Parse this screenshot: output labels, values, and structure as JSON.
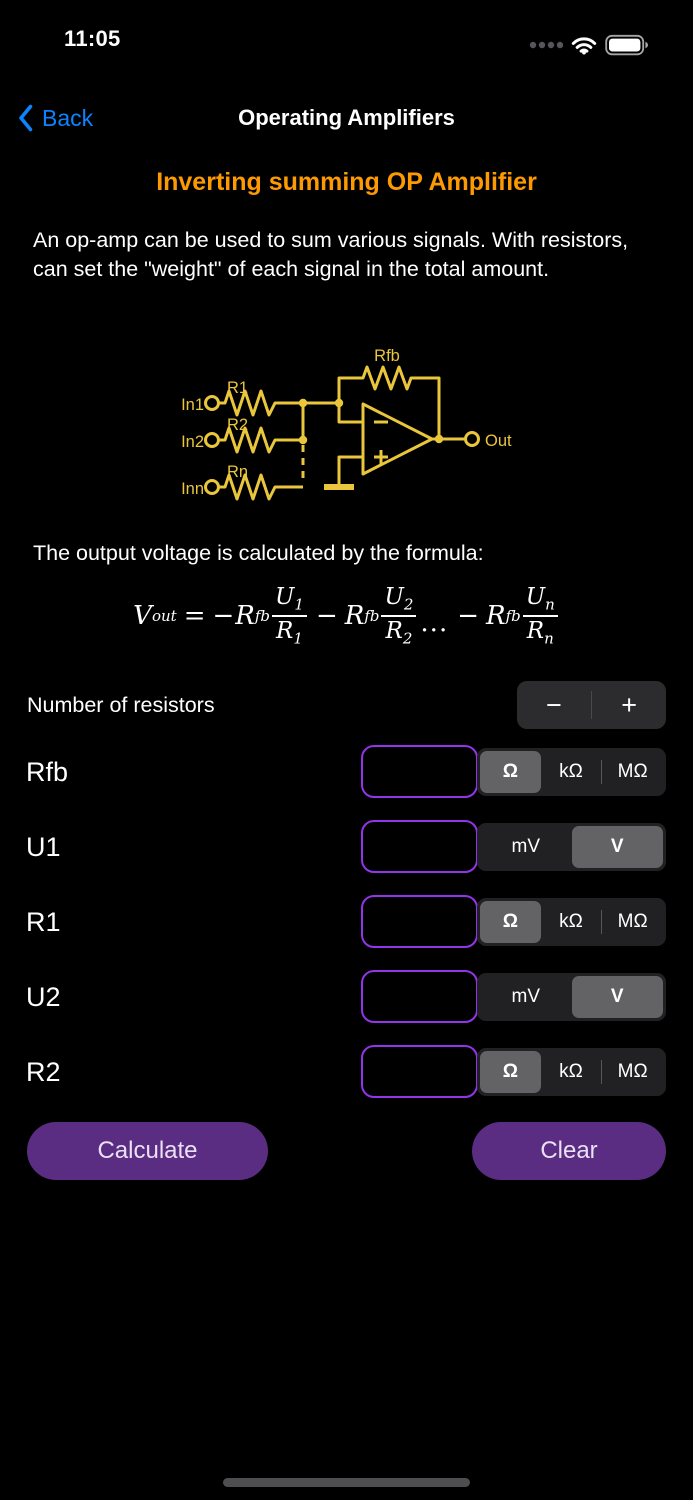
{
  "status_bar": {
    "time": "11:05"
  },
  "nav": {
    "back_label": "Back",
    "title": "Operating Amplifiers"
  },
  "content": {
    "heading": "Inverting summing OP Amplifier",
    "description_lines": [
      "An op-amp can be used to sum various signals. With resistors, can set the \"weight\" of each signal in the total amount."
    ],
    "formula_intro": "The output voltage is calculated by the formula:",
    "formula": {
      "lhs": "V",
      "lhs_sub": "out",
      "equals": "=",
      "ellipsis": "...",
      "terms": [
        {
          "sign": "−",
          "coef": "R",
          "coef_sub": "fb",
          "num": "U",
          "num_sub": "1",
          "den": "R",
          "den_sub": "1"
        },
        {
          "sign": "−",
          "coef": "R",
          "coef_sub": "fb",
          "num": "U",
          "num_sub": "2",
          "den": "R",
          "den_sub": "2"
        },
        {
          "sign": "−",
          "coef": "R",
          "coef_sub": "fb",
          "num": "U",
          "num_sub": "n",
          "den": "R",
          "den_sub": "n"
        }
      ]
    }
  },
  "circuit": {
    "color": "#e9c63c",
    "labels": {
      "in1": "In1",
      "in2": "In2",
      "inn": "Inn",
      "r1": "R1",
      "r2": "R2",
      "rn": "Rn",
      "rfb": "Rfb",
      "out": "Out"
    }
  },
  "form": {
    "resistor_count": {
      "label": "Number of resistors",
      "decrement": "−",
      "increment": "+"
    },
    "rows": [
      {
        "label": "Rfb",
        "value": "",
        "unit_options": [
          "Ω",
          "kΩ",
          "MΩ"
        ],
        "selected_unit": "Ω"
      },
      {
        "label": "U1",
        "value": "",
        "unit_options": [
          "mV",
          "V"
        ],
        "selected_unit": "V"
      },
      {
        "label": "R1",
        "value": "",
        "unit_options": [
          "Ω",
          "kΩ",
          "MΩ"
        ],
        "selected_unit": "Ω"
      },
      {
        "label": "U2",
        "value": "",
        "unit_options": [
          "mV",
          "V"
        ],
        "selected_unit": "V"
      },
      {
        "label": "R2",
        "value": "",
        "unit_options": [
          "Ω",
          "kΩ",
          "MΩ"
        ],
        "selected_unit": "Ω"
      }
    ],
    "calculate_label": "Calculate",
    "clear_label": "Clear"
  },
  "colors": {
    "accent_orange": "#fd9a02",
    "accent_blue": "#0a84ff",
    "circuit_yellow": "#e9c63c",
    "input_border": "#9333ea",
    "button_purple": "#5b2d82"
  }
}
